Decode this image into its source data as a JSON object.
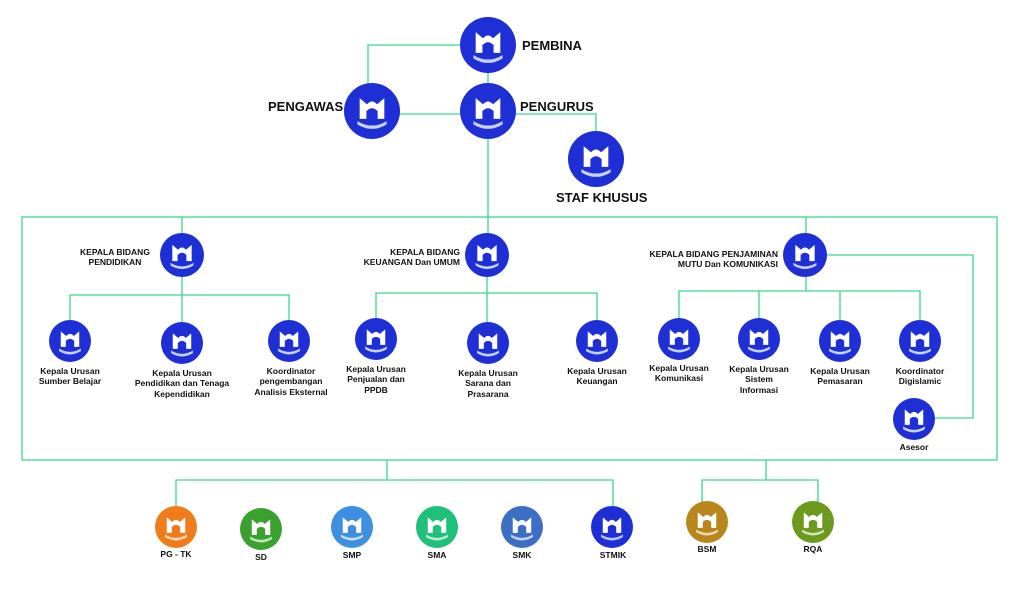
{
  "colors": {
    "line": "#39d98a",
    "node_blue": "#1f2fd6",
    "pg_tk": "#f07b1a",
    "sd": "#3aa12f",
    "smp": "#3d8fe0",
    "sma": "#1ec07a",
    "smk": "#3c6fc4",
    "stmik": "#1f2fd6",
    "bsm": "#b8861a",
    "rqa": "#6b9a1e"
  },
  "top": {
    "pembina": "PEMBINA",
    "pengawas": "PENGAWAS",
    "pengurus": "PENGURUS",
    "staf_khusus": "STAF KHUSUS"
  },
  "heads": {
    "pendidikan": [
      "KEPALA BIDANG",
      "PENDIDIKAN"
    ],
    "keuangan": [
      "KEPALA BIDANG",
      "KEUANGAN Dan UMUM"
    ],
    "penjaminan": [
      "KEPALA BIDANG PENJAMINAN",
      "MUTU Dan KOMUNIKASI"
    ]
  },
  "subs": {
    "sumber_belajar": [
      "Kepala Urusan",
      "Sumber Belajar"
    ],
    "tenaga_kependidikan": [
      "Kepala Urusan",
      "Pendidikan dan Tenaga",
      "Kependidikan"
    ],
    "analisis_eksternal": [
      "Koordinator",
      "pengembangan",
      "Analisis Eksternal"
    ],
    "penjualan_ppdb": [
      "Kepala Urusan",
      "Penjualan dan",
      "PPDB"
    ],
    "sarana_prasarana": [
      "Kepala Urusan",
      "Sarana dan",
      "Prasarana"
    ],
    "keuangan": [
      "Kepala Urusan",
      "Keuangan"
    ],
    "komunikasi": [
      "Kepala Urusan",
      "Komunikasi"
    ],
    "sistem_informasi": [
      "Kepala Urusan",
      "Sistem",
      "Informasi"
    ],
    "pemasaran": [
      "Kepala Urusan",
      "Pemasaran"
    ],
    "digislamic": [
      "Koordinator",
      "Digislamic"
    ],
    "asesor": "Asesor"
  },
  "units": {
    "pg_tk": "PG - TK",
    "sd": "SD",
    "smp": "SMP",
    "sma": "SMA",
    "smk": "SMK",
    "stmik": "STMIK",
    "bsm": "BSM",
    "rqa": "RQA"
  }
}
